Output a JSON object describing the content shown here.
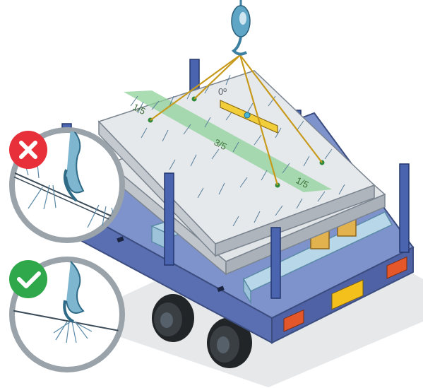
{
  "diagram": {
    "labels": {
      "left_mark": "1/5",
      "center_mark": "3/5",
      "right_mark": "1/5",
      "level_angle": "0º"
    },
    "insets": [
      {
        "status": "incorrect",
        "icon": "cross-icon",
        "color": "#e8303a"
      },
      {
        "status": "correct",
        "icon": "check-icon",
        "color": "#2ea84a"
      }
    ],
    "colors": {
      "truck_body": "#6e86c6",
      "slab": "#d9dde0",
      "guide_band": "#8fd29a",
      "sling": "#c79a1c",
      "reflector": "#e3572a",
      "level": "#f2cf3a"
    }
  }
}
